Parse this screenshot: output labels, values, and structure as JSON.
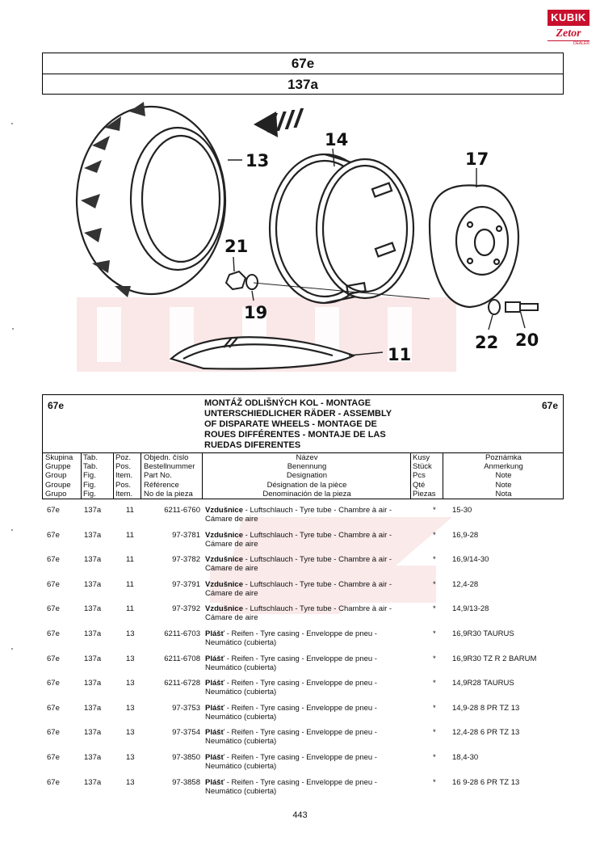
{
  "logo": {
    "brand": "KUBIK",
    "sub": "Zetor",
    "tag": "DEALER"
  },
  "header": {
    "group_code": "67e",
    "figure_code": "137a"
  },
  "callouts": [
    "13",
    "14",
    "17",
    "21",
    "19",
    "22",
    "20",
    "11"
  ],
  "section": {
    "code_left": "67e",
    "code_right": "67e",
    "title_lines": [
      "MONTÁŽ ODLIŠNÝCH KOL - MONTAGE",
      "UNTERSCHIEDLICHER RÄDER - ASSEMBLY",
      "OF DISPARATE WHEELS - MONTAGE DE",
      "ROUES DIFFÉRENTES - MONTAJE DE LAS",
      "RUEDAS DIFERENTES"
    ],
    "columns": {
      "group": [
        "Skupina",
        "Gruppe",
        "Group",
        "Groupe",
        "Grupo"
      ],
      "fig": [
        "Tab.",
        "Tab.",
        "Fig.",
        "Fig.",
        "Fig."
      ],
      "pos": [
        "Poz.",
        "Pos.",
        "Item.",
        "Pos.",
        "Item."
      ],
      "part": [
        "Objedn. číslo",
        "Bestellnummer",
        "Part No.",
        "Référence",
        "No de la pieza"
      ],
      "name": [
        "Název",
        "Benennung",
        "Designation",
        "Désignation de la pièce",
        "Denominación de la pieza"
      ],
      "qty": [
        "Kusy",
        "Stück",
        "Pcs",
        "Qté",
        "Piezas"
      ],
      "note": [
        "Poznámka",
        "Anmerkung",
        "Note",
        "Note",
        "Nota"
      ]
    }
  },
  "rows": [
    {
      "group": "67e",
      "fig": "137a",
      "pos": "11",
      "part": "6211-6760",
      "name_bold": "Vzdušnice",
      "name_rest": " - Luftschlauch - Tyre tube - Chambre à air -",
      "name2": "Cámare de aire",
      "qty": "*",
      "note": "15-30"
    },
    {
      "group": "67e",
      "fig": "137a",
      "pos": "11",
      "part": "97-3781",
      "name_bold": "Vzdušnice",
      "name_rest": " - Luftschlauch - Tyre tube - Chambre à air -",
      "name2": "Cámare de aire",
      "qty": "*",
      "note": "16,9-28"
    },
    {
      "group": "67e",
      "fig": "137a",
      "pos": "11",
      "part": "97-3782",
      "name_bold": "Vzdušnice",
      "name_rest": " - Luftschlauch - Tyre tube - Chambre à air -",
      "name2": "Cámare de aire",
      "qty": "*",
      "note": "16,9/14-30"
    },
    {
      "group": "67e",
      "fig": "137a",
      "pos": "11",
      "part": "97-3791",
      "name_bold": "Vzdušnice",
      "name_rest": " - Luftschlauch - Tyre tube - Chambre à air -",
      "name2": "Cámare de aire",
      "qty": "*",
      "note": "12,4-28"
    },
    {
      "group": "67e",
      "fig": "137a",
      "pos": "11",
      "part": "97-3792",
      "name_bold": "Vzdušnice",
      "name_rest": " - Luftschlauch - Tyre tube - Chambre à air -",
      "name2": "Cámare de aire",
      "qty": "*",
      "note": "14,9/13-28"
    },
    {
      "group": "67e",
      "fig": "137a",
      "pos": "13",
      "part": "6211-6703",
      "name_bold": "Plášť",
      "name_rest": " - Reifen - Tyre casing - Enveloppe de pneu -",
      "name2": "Neumático (cubierta)",
      "qty": "*",
      "note": "16,9R30  TAURUS"
    },
    {
      "group": "67e",
      "fig": "137a",
      "pos": "13",
      "part": "6211-6708",
      "name_bold": "Plášť",
      "name_rest": " - Reifen - Tyre casing - Enveloppe de pneu -",
      "name2": "Neumático (cubierta)",
      "qty": "*",
      "note": "16,9R30 TZ R 2 BARUM"
    },
    {
      "group": "67e",
      "fig": "137a",
      "pos": "13",
      "part": "6211-6728",
      "name_bold": "Plášť",
      "name_rest": " - Reifen - Tyre casing - Enveloppe de pneu -",
      "name2": "Neumático (cubierta)",
      "qty": "*",
      "note": "14,9R28 TAURUS"
    },
    {
      "group": "67e",
      "fig": "137a",
      "pos": "13",
      "part": "97-3753",
      "name_bold": "Plášť",
      "name_rest": " - Reifen - Tyre casing - Enveloppe de pneu -",
      "name2": "Neumático (cubierta)",
      "qty": "*",
      "note": "14,9-28 8 PR TZ 13"
    },
    {
      "group": "67e",
      "fig": "137a",
      "pos": "13",
      "part": "97-3754",
      "name_bold": "Plášť",
      "name_rest": " - Reifen - Tyre casing - Enveloppe de pneu -",
      "name2": "Neumático (cubierta)",
      "qty": "*",
      "note": "12,4-28 6 PR TZ 13"
    },
    {
      "group": "67e",
      "fig": "137a",
      "pos": "13",
      "part": "97-3850",
      "name_bold": "Plášť",
      "name_rest": " - Reifen - Tyre casing - Enveloppe de pneu -",
      "name2": "Neumático (cubierta)",
      "qty": "*",
      "note": "18,4-30"
    },
    {
      "group": "67e",
      "fig": "137a",
      "pos": "13",
      "part": "97-3858",
      "name_bold": "Plášť",
      "name_rest": " - Reifen - Tyre casing - Enveloppe de pneu -",
      "name2": "Neumático (cubierta)",
      "qty": "*",
      "note": "16 9-28 6 PR TZ 13"
    }
  ],
  "page_number": "443",
  "colors": {
    "brand_red": "#c8102e",
    "watermark": "#f4caca"
  }
}
